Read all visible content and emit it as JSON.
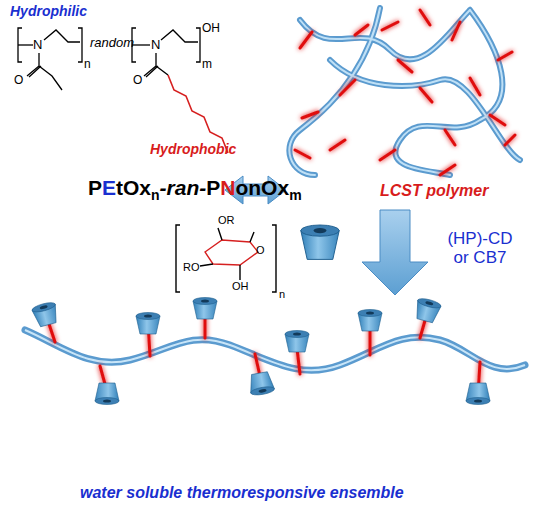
{
  "diagram": {
    "labels": [
      "Hydrophilic",
      "N",
      "O",
      "n",
      "random",
      "N",
      "O",
      "m",
      "OH",
      "Hydrophobic",
      "P",
      "E",
      "tOx",
      "n",
      "-ran-",
      "P",
      "N",
      "onOx",
      "m",
      "LCST polymer",
      "OR",
      "RO",
      "O",
      "OH",
      "n",
      "(HP)-CD or CB7",
      "water soluble thermoresponsive ensemble"
    ]
  }
}
